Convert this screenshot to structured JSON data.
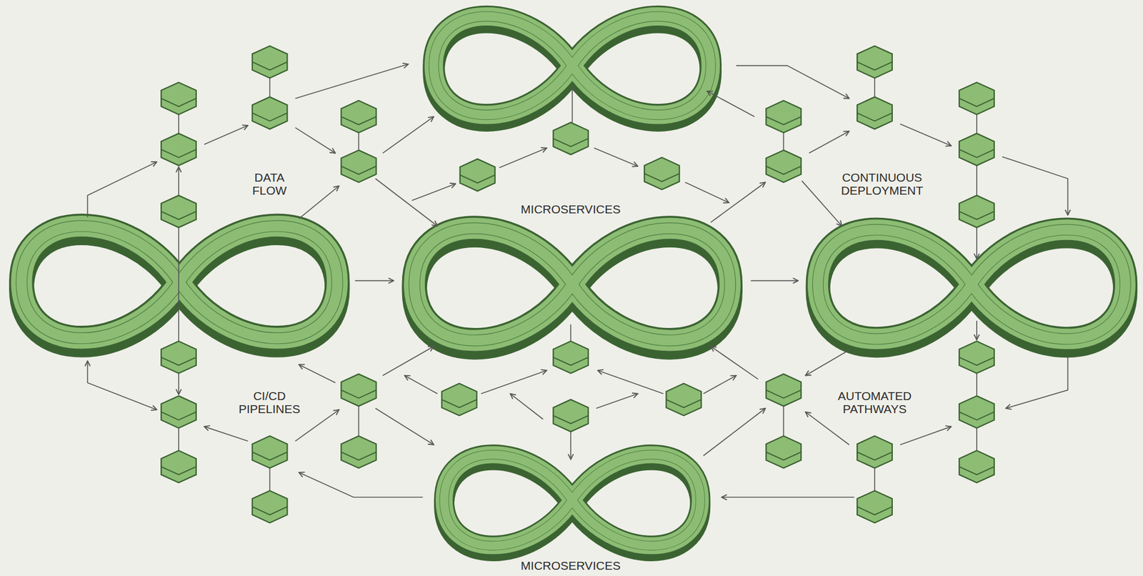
{
  "diagram": {
    "labels": [
      "DATA FLOW",
      "MICROSERVICES",
      "CONTINUOUS DEPLOYMENT",
      "CI/CD PIPELINES",
      "AUTOMATED PATHWAYS",
      "MICROSERVICES"
    ]
  }
}
